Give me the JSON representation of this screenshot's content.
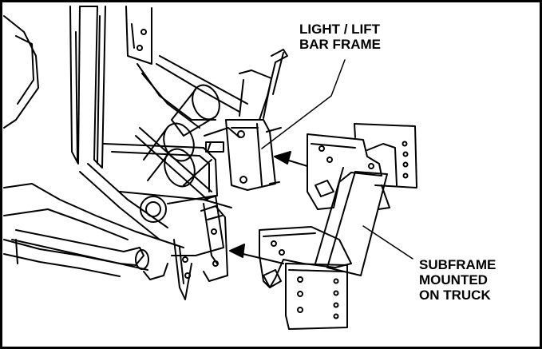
{
  "figure": {
    "callouts": {
      "light_lift_bar_frame": {
        "line1": "LIGHT / LIFT",
        "line2": "BAR FRAME"
      },
      "subframe": {
        "line1": "SUBFRAME",
        "line2": "MOUNTED",
        "line3": "ON TRUCK"
      }
    },
    "colors": {
      "ink": "#000000",
      "paper": "#ffffff"
    }
  }
}
